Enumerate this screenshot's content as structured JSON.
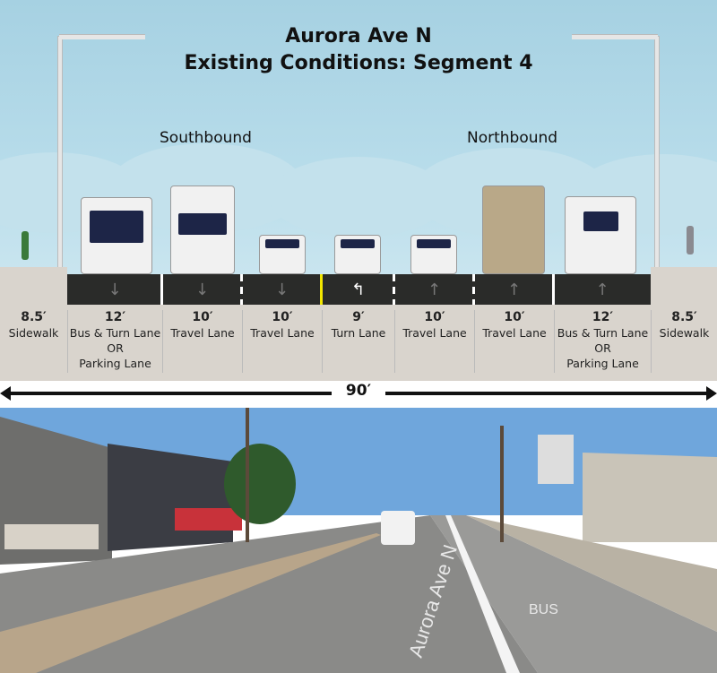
{
  "title": {
    "line1": "Aurora Ave N",
    "line2": "Existing Conditions: Segment 4"
  },
  "directions": {
    "southbound": "Southbound",
    "northbound": "Northbound"
  },
  "segments": [
    {
      "width": "8.5′",
      "name": "Sidewalk",
      "type": "sidewalk"
    },
    {
      "width": "12′",
      "name": "Bus & Turn Lane",
      "alt1": "OR",
      "alt2": "Parking Lane",
      "type": "lane",
      "arrow": "down"
    },
    {
      "width": "10′",
      "name": "Travel Lane",
      "type": "lane",
      "arrow": "down"
    },
    {
      "width": "10′",
      "name": "Travel Lane",
      "type": "lane",
      "arrow": "down"
    },
    {
      "width": "9′",
      "name": "Turn Lane",
      "type": "lane",
      "arrow": "turn-left"
    },
    {
      "width": "10′",
      "name": "Travel Lane",
      "type": "lane",
      "arrow": "up"
    },
    {
      "width": "10′",
      "name": "Travel Lane",
      "type": "lane",
      "arrow": "up"
    },
    {
      "width": "12′",
      "name": "Bus & Turn Lane",
      "alt1": "OR",
      "alt2": "Parking Lane",
      "type": "lane",
      "arrow": "up"
    },
    {
      "width": "8.5′",
      "name": "Sidewalk",
      "type": "sidewalk"
    }
  ],
  "total_width": "90′",
  "colors": {
    "sky": "#a6d1e2",
    "road": "#2a2b29",
    "sidewalk": "#d9d4cd",
    "center_line": "#f2e600"
  },
  "photo": {
    "street_marking": "Aurora Ave N",
    "lane_marking": "BUS"
  }
}
